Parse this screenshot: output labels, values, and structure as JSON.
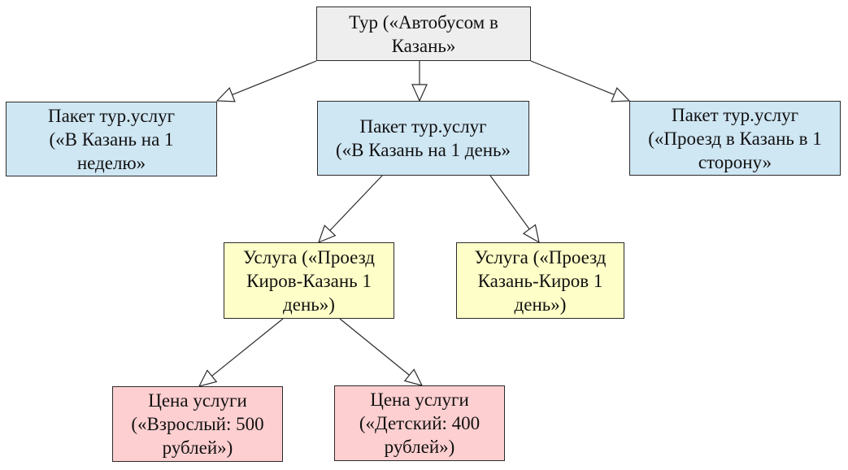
{
  "colors": {
    "root": "#eeeeee",
    "package": "#cfe6f3",
    "service": "#fefec8",
    "price": "#fecfd0",
    "border": "#2b2b2b",
    "edge": "#2b2b2b"
  },
  "nodes": [
    {
      "id": "tour",
      "kind": "root",
      "lines": [
        "Тур («Автобусом в",
        "Казань»"
      ]
    },
    {
      "id": "package-week",
      "kind": "package",
      "lines": [
        "Пакет тур.услуг",
        "(«В Казань на 1",
        "неделю»"
      ]
    },
    {
      "id": "package-day",
      "kind": "package",
      "lines": [
        "Пакет тур.услуг",
        "(«В Казань на 1 день»"
      ]
    },
    {
      "id": "package-oneway",
      "kind": "package",
      "lines": [
        "Пакет тур.услуг",
        "(«Проезд в Казань в 1",
        "сторону»"
      ]
    },
    {
      "id": "service-kirov-kazan",
      "kind": "service",
      "lines": [
        "Услуга («Проезд",
        "Киров-Казань 1",
        "день»)"
      ]
    },
    {
      "id": "service-kazan-kirov",
      "kind": "service",
      "lines": [
        "Услуга («Проезд",
        "Казань-Киров 1",
        "день»)"
      ]
    },
    {
      "id": "price-adult",
      "kind": "price",
      "lines": [
        "Цена услуги",
        "(«Взрослый: 500",
        "рублей»)"
      ]
    },
    {
      "id": "price-child",
      "kind": "price",
      "lines": [
        "Цена услуги",
        "(«Детский: 400",
        "рублей»)"
      ]
    }
  ],
  "edges": [
    {
      "from": "tour",
      "to": "package-week"
    },
    {
      "from": "tour",
      "to": "package-day"
    },
    {
      "from": "tour",
      "to": "package-oneway"
    },
    {
      "from": "package-day",
      "to": "service-kirov-kazan"
    },
    {
      "from": "package-day",
      "to": "service-kazan-kirov"
    },
    {
      "from": "service-kirov-kazan",
      "to": "price-adult"
    },
    {
      "from": "service-kirov-kazan",
      "to": "price-child"
    }
  ]
}
